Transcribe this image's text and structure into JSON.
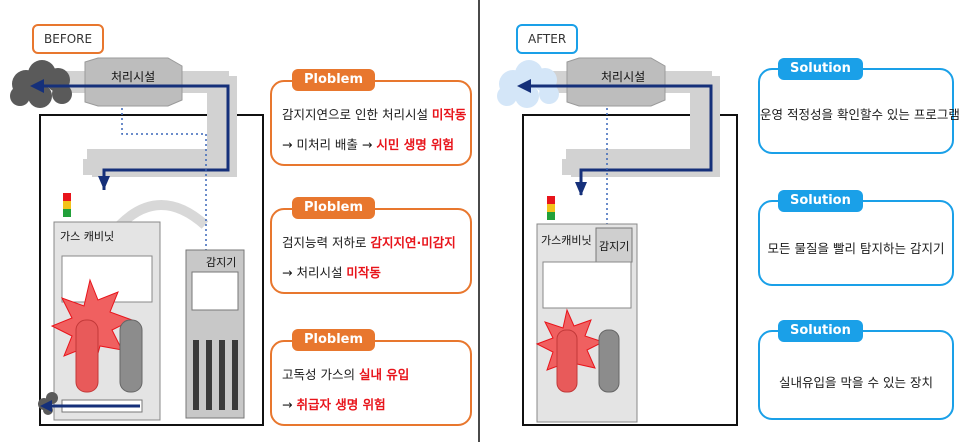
{
  "colors": {
    "orange": "#e8772e",
    "blue": "#1aa0e8",
    "red": "#e8141b",
    "navy": "#15307a"
  },
  "before": {
    "tag": "BEFORE",
    "labels": {
      "facility": "처리시설",
      "cabinet": "가스 캐비닛",
      "detector": "감지기"
    },
    "cards": [
      {
        "title": "Ploblem",
        "lines": [
          [
            {
              "t": "감지지연으로 인한 처리시설 "
            },
            {
              "t": "미작동",
              "r": true
            }
          ],
          [
            {
              "t": "→ 미처리 배출 → "
            },
            {
              "t": "시민 생명 위험",
              "r": true
            }
          ]
        ]
      },
      {
        "title": "Ploblem",
        "lines": [
          [
            {
              "t": "검지능력 저하로 "
            },
            {
              "t": "감지지연·미감지",
              "r": true
            }
          ],
          [
            {
              "t": "→ 처리시설 "
            },
            {
              "t": "미작동",
              "r": true
            }
          ]
        ]
      },
      {
        "title": "Ploblem",
        "lines": [
          [
            {
              "t": "고독성 가스의 "
            },
            {
              "t": "실내 유입",
              "r": true
            }
          ],
          [
            {
              "t": "→ "
            },
            {
              "t": "취급자 생명 위험",
              "r": true
            }
          ]
        ]
      }
    ]
  },
  "after": {
    "tag": "AFTER",
    "labels": {
      "facility": "처리시설",
      "cabinet": "가스캐비닛",
      "detector": "감지기"
    },
    "cards": [
      {
        "title": "Solution",
        "text": "운영 적정성을 확인할수 있는 프로그램"
      },
      {
        "title": "Solution",
        "text": "모든 물질을 빨리 탐지하는 감지기"
      },
      {
        "title": "Solution",
        "text": "실내유입을 막을 수 있는 장치"
      }
    ]
  }
}
